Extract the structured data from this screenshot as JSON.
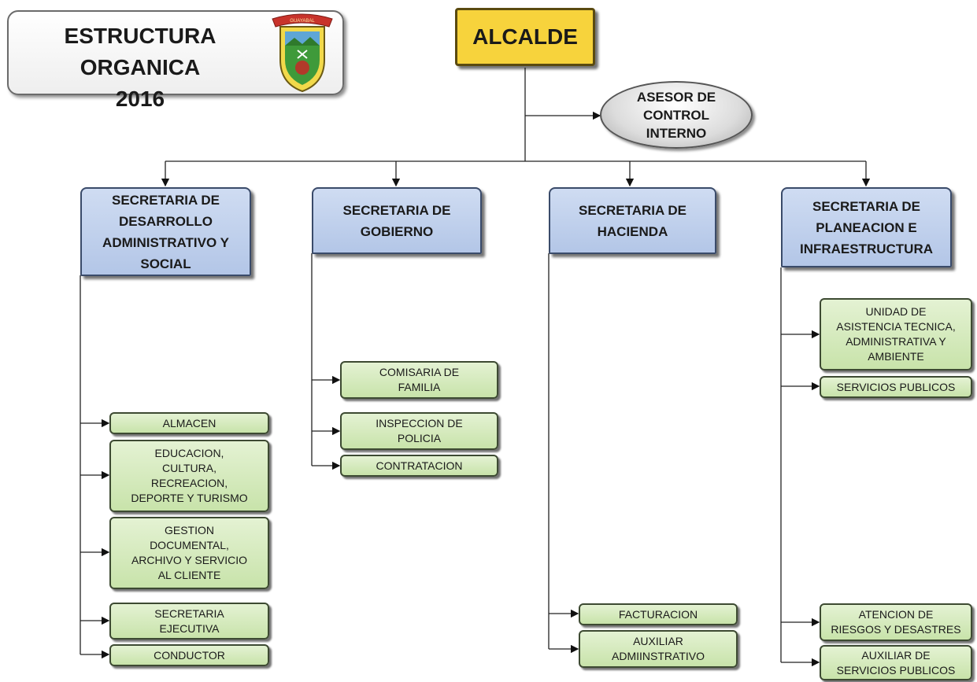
{
  "header": {
    "title": "ESTRUCTURA ORGANICA\n2016",
    "crest_banner_text": "GUAYABAL"
  },
  "top": {
    "alcalde": "ALCALDE",
    "asesor": "ASESOR DE\nCONTROL\nINTERNO"
  },
  "colors": {
    "alcalde_fill": "#f7d33c",
    "secretaria_fill": "#b3c6e7",
    "unit_fill": "#c8e3aa",
    "asesor_fill": "#dcdcdc"
  },
  "secretarias": [
    {
      "label": "SECRETARIA DE\nDESARROLLO\nADMINISTRATIVO Y\nSOCIAL",
      "units": [
        "ALMACEN",
        "EDUCACION,\nCULTURA,\nRECREACION,\nDEPORTE Y TURISMO",
        "GESTION\nDOCUMENTAL,\nARCHIVO Y SERVICIO\nAL CLIENTE",
        "SECRETARIA\nEJECUTIVA",
        "CONDUCTOR"
      ]
    },
    {
      "label": "SECRETARIA DE\nGOBIERNO",
      "units": [
        "COMISARIA DE\nFAMILIA",
        "INSPECCION DE\nPOLICIA",
        "CONTRATACION"
      ]
    },
    {
      "label": "SECRETARIA DE\nHACIENDA",
      "units": [
        "FACTURACION",
        "AUXILIAR\nADMIINSTRATIVO"
      ]
    },
    {
      "label": "SECRETARIA DE\nPLANEACION E\nINFRAESTRUCTURA",
      "units": [
        "UNIDAD DE\nASISTENCIA TECNICA,\nADMINISTRATIVA Y\nAMBIENTE",
        "SERVICIOS PUBLICOS",
        "ATENCION DE\nRIESGOS Y DESASTRES",
        "AUXILIAR DE\nSERVICIOS PUBLICOS"
      ]
    }
  ]
}
